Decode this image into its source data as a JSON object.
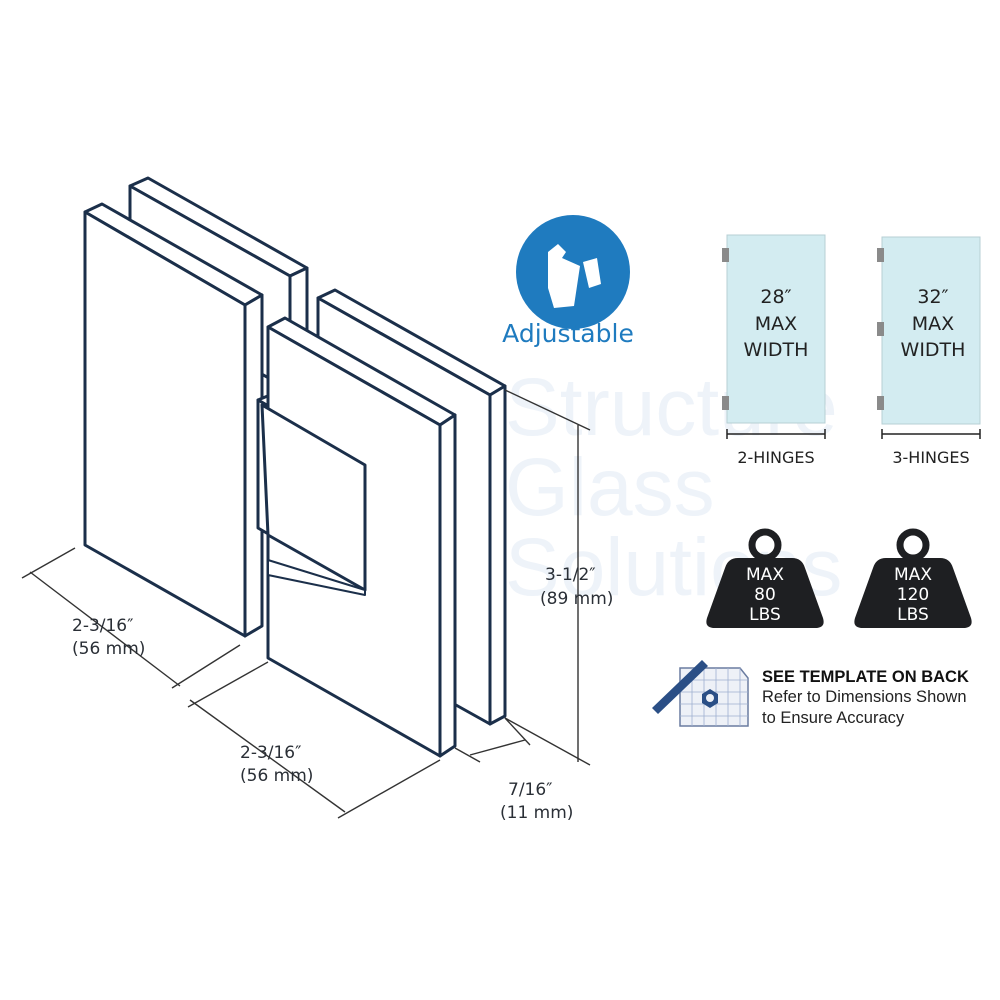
{
  "watermark": [
    "Structure",
    "Glass",
    "Solutions"
  ],
  "adjustable": {
    "label": "Adjustable",
    "icon": "wrench-hand-icon",
    "color": "#1f7bbf"
  },
  "doors": [
    {
      "lines": [
        "28″",
        "MAX",
        "WIDTH"
      ],
      "hinge_label": "2-HINGES",
      "hinges": 2
    },
    {
      "lines": [
        "32″",
        "MAX",
        "WIDTH"
      ],
      "hinge_label": "3-HINGES",
      "hinges": 3
    }
  ],
  "weights": [
    {
      "lines": [
        "MAX",
        "80",
        "LBS"
      ]
    },
    {
      "lines": [
        "MAX",
        "120",
        "LBS"
      ]
    }
  ],
  "template": {
    "title": "SEE TEMPLATE ON BACK",
    "line1": "Refer to Dimensions Shown",
    "line2": "to Ensure Accuracy"
  },
  "dimensions": {
    "width1": [
      "2-3/16″",
      "(56 mm)"
    ],
    "width2": [
      "2-3/16″",
      "(56 mm)"
    ],
    "height": [
      "3-1/2″",
      "(89 mm)"
    ],
    "thickness": [
      "7/16″",
      "(11 mm)"
    ]
  },
  "colors": {
    "outline": "#1b2f4a",
    "glass": "#d3ecf1",
    "weight": "#1e1f22"
  }
}
